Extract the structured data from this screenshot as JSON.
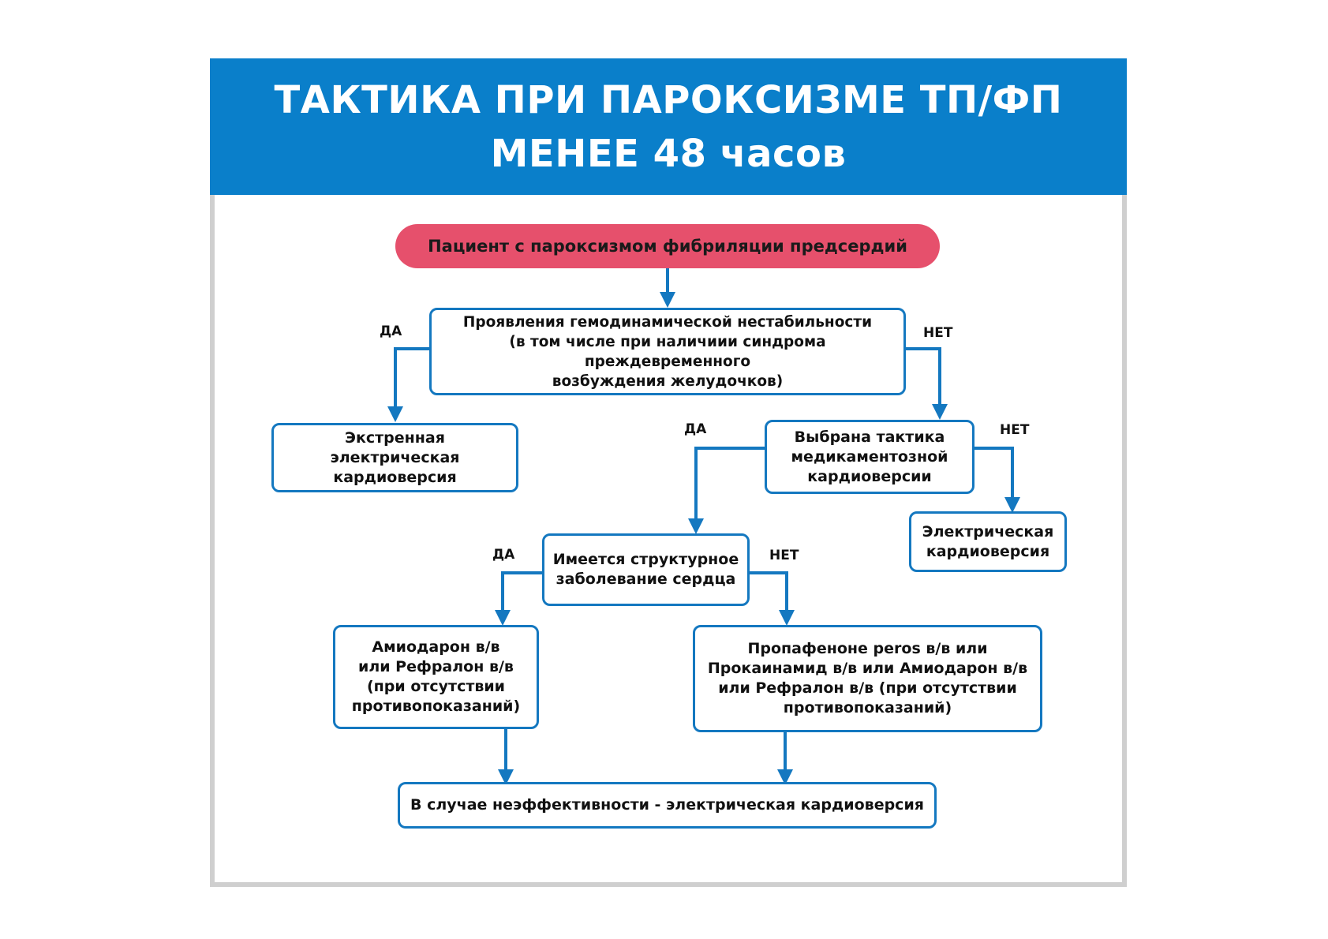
{
  "header": {
    "line1": "ТАКТИКА ПРИ ПАРОКСИЗМЕ ТП/ФП",
    "line2": "МЕНЕЕ 48 часов"
  },
  "start": "Пациент с пароксизмом фибриляции предсердий",
  "q1": {
    "line1": "Проявления гемодинамической нестабильности",
    "line2": "(в том числе при наличиии синдрома преждевременного",
    "line3": "возбуждения желудочков)",
    "yes": "ДА",
    "no": "НЕТ"
  },
  "emergency": {
    "line1": "Экстренная электрическая",
    "line2": "кардиоверсия"
  },
  "q2": {
    "line1": "Выбрана тактика",
    "line2": "медикаментозной",
    "line3": "кардиоверсии",
    "yes": "ДА",
    "no": "НЕТ"
  },
  "electric": {
    "line1": "Электрическая",
    "line2": "кардиоверсия"
  },
  "q3": {
    "line1": "Имеется структурное",
    "line2": "заболевание сердца",
    "yes": "ДА",
    "no": "НЕТ"
  },
  "amio": {
    "line1": "Амиодарон в/в",
    "line2": "или Рефралон в/в",
    "line3": "(при отсутствии",
    "line4": "противопоказаний)"
  },
  "propa": {
    "line1": "Пропафеноне peros в/в или",
    "line2": "Прокаинамид в/в или Амиодарон в/в",
    "line3": "или Рефралон в/в (при отсутствии",
    "line4": "противопоказаний)"
  },
  "final": "В случае неэффективности - электрическая кардиоверсия",
  "colors": {
    "header": "#0a7fca",
    "accent": "#1478c0",
    "start": "#e6506c",
    "frame": "#cfcfcf"
  }
}
